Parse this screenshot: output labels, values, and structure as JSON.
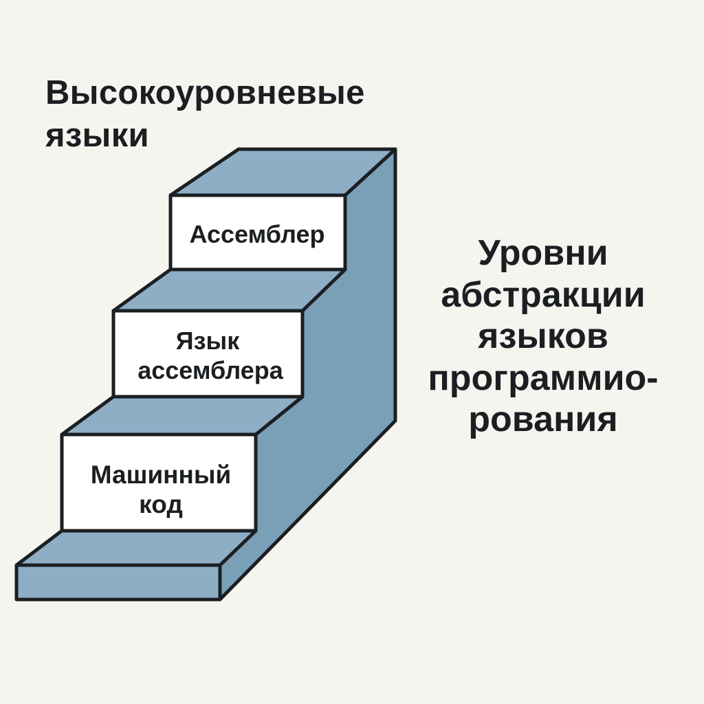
{
  "diagram": {
    "top_label_lines": [
      "Высокоуровневые",
      "языки"
    ],
    "side_title_lines": [
      "Уровни",
      "абстракции",
      "языков",
      "программио-",
      "рования"
    ],
    "steps": [
      {
        "lines": [
          "Ассемблер"
        ]
      },
      {
        "lines": [
          "Язык",
          "ассемблера"
        ]
      },
      {
        "lines": [
          "Машинный",
          "код"
        ]
      }
    ]
  },
  "colors": {
    "background": "#f5f4ef",
    "step_top": "#8eaec6",
    "step_side": "#7aa0b8",
    "step_face": "#ffffff",
    "outline": "#1b1f22"
  }
}
